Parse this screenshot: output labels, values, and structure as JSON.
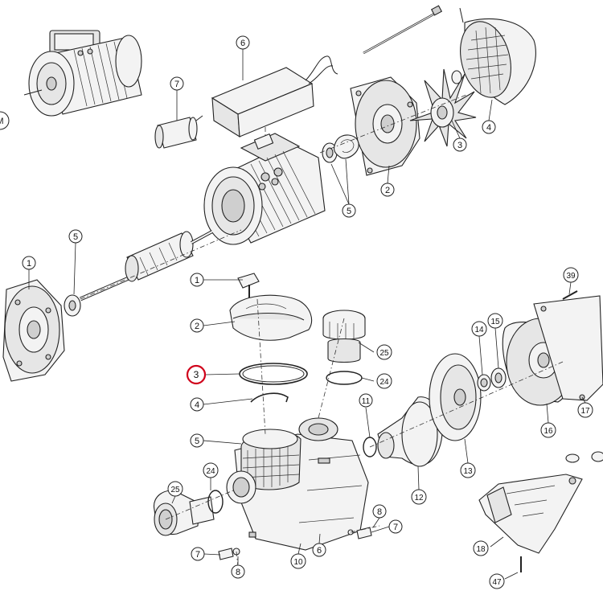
{
  "callouts": [
    {
      "id": "m",
      "text": "M",
      "partial": true
    },
    {
      "id": "mo7",
      "text": "7"
    },
    {
      "id": "mo6",
      "text": "6"
    },
    {
      "id": "mo5a",
      "text": "5"
    },
    {
      "id": "mo2",
      "text": "2"
    },
    {
      "id": "mo3",
      "text": "3"
    },
    {
      "id": "mo4",
      "text": "4"
    },
    {
      "id": "mo5b",
      "text": "5"
    },
    {
      "id": "mo1",
      "text": "1"
    },
    {
      "id": "pb1",
      "text": "1"
    },
    {
      "id": "pb2",
      "text": "2"
    },
    {
      "id": "pb3",
      "text": "3",
      "highlighted": true
    },
    {
      "id": "pb4",
      "text": "4"
    },
    {
      "id": "pb5",
      "text": "5"
    },
    {
      "id": "pb25a",
      "text": "25"
    },
    {
      "id": "pb24a",
      "text": "24"
    },
    {
      "id": "pb11",
      "text": "11"
    },
    {
      "id": "pb12",
      "text": "12"
    },
    {
      "id": "pb13",
      "text": "13"
    },
    {
      "id": "pb14",
      "text": "14"
    },
    {
      "id": "pb15",
      "text": "15"
    },
    {
      "id": "pb39",
      "text": "39"
    },
    {
      "id": "pb16",
      "text": "16"
    },
    {
      "id": "pb17",
      "text": "17"
    },
    {
      "id": "pb24b",
      "text": "24"
    },
    {
      "id": "pb25b",
      "text": "25"
    },
    {
      "id": "pb7a",
      "text": "7"
    },
    {
      "id": "pb8a",
      "text": "8"
    },
    {
      "id": "pb10",
      "text": "10"
    },
    {
      "id": "pb6",
      "text": "6"
    },
    {
      "id": "pb8b",
      "text": "8"
    },
    {
      "id": "pb7b",
      "text": "7"
    },
    {
      "id": "pb18",
      "text": "18"
    },
    {
      "id": "pb47",
      "text": "47"
    }
  ],
  "colors": {
    "line": "#222222",
    "highlight": "#d0021b",
    "background": "#ffffff"
  }
}
